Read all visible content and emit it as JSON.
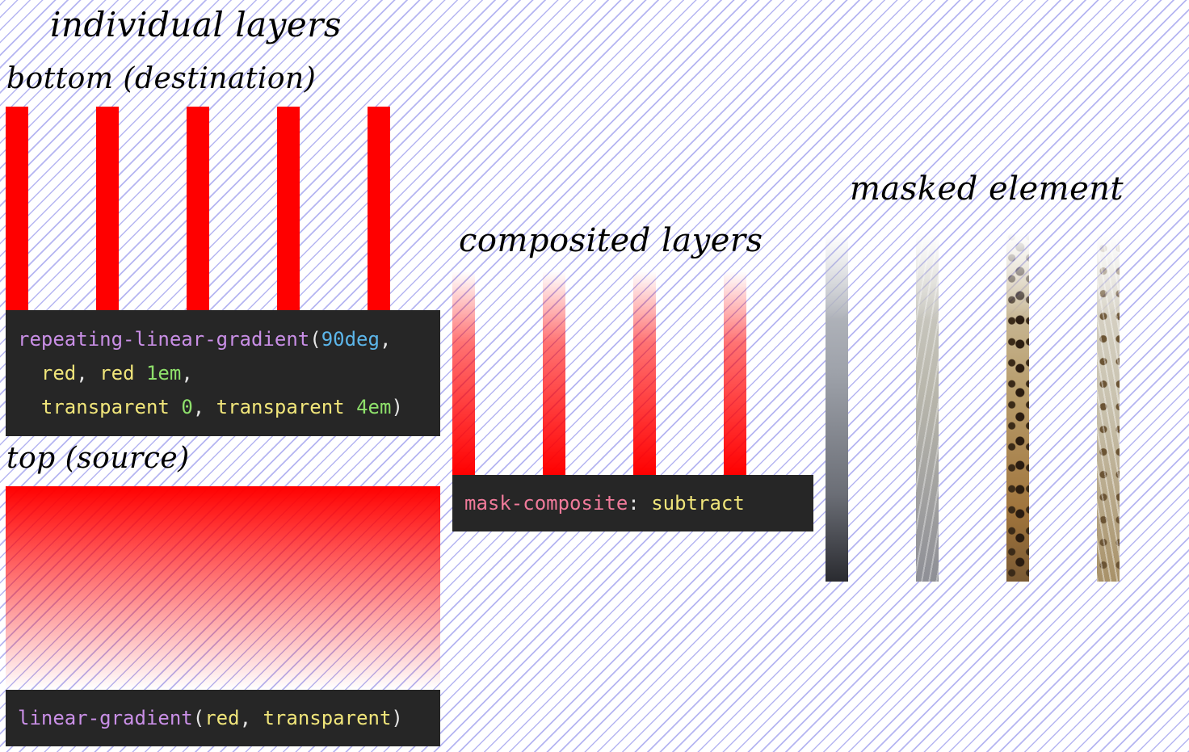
{
  "headings": {
    "individual_layers": "individual layers",
    "bottom": "bottom (destination)",
    "top": "top (source)",
    "composited": "composited layers",
    "masked": "masked element"
  },
  "code": {
    "bottom": {
      "line1_fn": "repeating-linear-gradient",
      "line1_open": "(",
      "line1_num": "90deg",
      "line1_comma": ",",
      "line2_red1": "red",
      "line2_comma1": ", ",
      "line2_red2": "red",
      "line2_sp": " ",
      "line2_num": "1em",
      "line2_comma2": ",",
      "line3_t1": "transparent",
      "line3_sp1": " ",
      "line3_num1": "0",
      "line3_comma": ", ",
      "line3_t2": "transparent",
      "line3_sp2": " ",
      "line3_num2": "4em",
      "line3_close": ")"
    },
    "top": {
      "fn": "linear-gradient",
      "open": "(",
      "arg1": "red",
      "comma": ", ",
      "arg2": "transparent",
      "close": ")"
    },
    "composited": {
      "prop": "mask-composite",
      "colon": ": ",
      "value": "subtract"
    }
  },
  "colors": {
    "stripe": "#ff0000",
    "code_bg": "#262626",
    "background_lines": "#7878e6",
    "fn": "#c98fe6",
    "keyword": "#f0e57a",
    "number": "#5cb6ea",
    "property": "#f07a9a"
  }
}
